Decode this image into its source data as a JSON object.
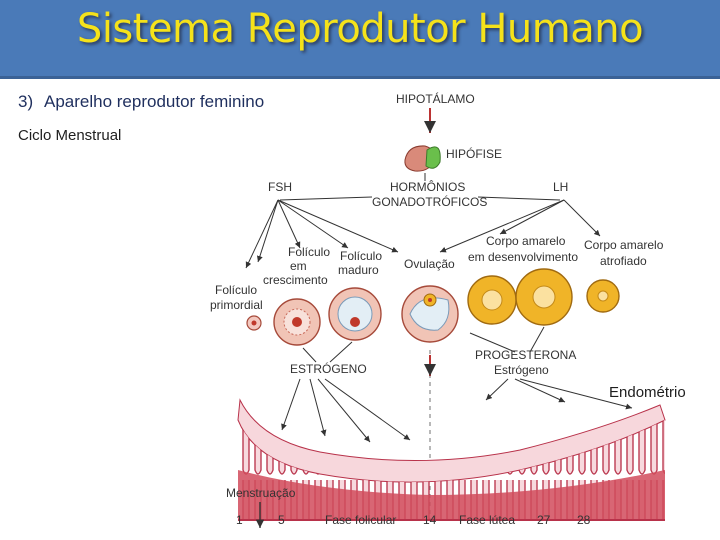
{
  "header": {
    "title": "Sistema Reprodutor Humano"
  },
  "section": {
    "number": "3)",
    "label": "Aparelho reprodutor feminino"
  },
  "cycle_label": "Ciclo Menstrual",
  "endometrio_label": "Endométrio",
  "diagram": {
    "hipotalamo": "HIPOTÁLAMO",
    "hipofise": "HIPÓFISE",
    "fsh": "FSH",
    "lh": "LH",
    "hormonios_1": "HORMÔNIOS",
    "hormonios_2": "GONADOTRÓFICOS",
    "foliculo_crescimento_1": "Folículo",
    "foliculo_crescimento_2": "em",
    "foliculo_crescimento_3": "crescimento",
    "foliculo_maduro_1": "Folículo",
    "foliculo_maduro_2": "maduro",
    "foliculo_primordial_1": "Folículo",
    "foliculo_primordial_2": "primordial",
    "ovulacao": "Ovulação",
    "corpo_desenv_1": "Corpo amarelo",
    "corpo_desenv_2": "em desenvolvimento",
    "corpo_atrof_1": "Corpo amarelo",
    "corpo_atrof_2": "atrofiado",
    "estrogeno": "ESTRÓGENO",
    "progesterona": "PROGESTERONA",
    "estrogeno_small": "Estrógeno",
    "menstruacao": "Menstruação",
    "fase_folicular": "Fase folicular",
    "fase_lutea": "Fase lútea",
    "day_1": "1",
    "day_5": "5",
    "day_14": "14",
    "day_27": "27",
    "day_28": "28"
  },
  "colors": {
    "title_bar": "#4a7ab8",
    "title_text": "#f5e21a",
    "endometrium": "#d14b5c",
    "follicle": "#e9b8a8",
    "corpus_luteum": "#f0b428"
  }
}
